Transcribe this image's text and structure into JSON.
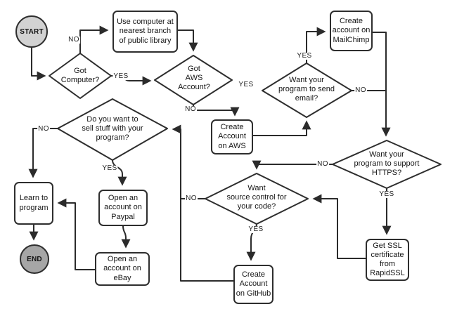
{
  "flowchart": {
    "terminators": {
      "start": "START",
      "end": "END"
    },
    "decisions": {
      "got_computer": "Got\nComputer?",
      "got_aws": "Got\nAWS\nAccount?",
      "send_email": "Want your\nprogram to send\nemail?",
      "https": "Want your\nprogram to support\nHTTPS?",
      "source_control": "Want\nsource control for\nyour code?",
      "sell_stuff": "Do you want to\nsell stuff with your\nprogram?"
    },
    "processes": {
      "library": "Use computer at\nnearest branch\nof public library",
      "create_aws": "Create\nAccount\non AWS",
      "mailchimp": "Create\naccount on\nMailChimp",
      "rapidssl": "Get SSL\ncertificate\nfrom\nRapidSSL",
      "github": "Create\nAccount\non GitHub",
      "paypal": "Open an\naccount on\nPaypal",
      "ebay": "Open an\naccount on\neBay",
      "learn": "Learn to\nprogram"
    },
    "edge_labels": {
      "computer_no": "NO",
      "computer_yes": "YES",
      "aws_no": "NO",
      "aws_yes": "YES",
      "email_yes": "YES",
      "email_no": "NO",
      "https_no": "NO",
      "https_yes": "YES",
      "source_no": "NO",
      "source_yes": "YES",
      "sell_no": "NO",
      "sell_yes": "YES"
    },
    "colors": {
      "line": "#2b2b2b",
      "node_border": "#2e2e2e",
      "node_fill": "#ffffff",
      "start_fill": "#d2d2d2",
      "end_fill": "#a6a6a6"
    }
  }
}
